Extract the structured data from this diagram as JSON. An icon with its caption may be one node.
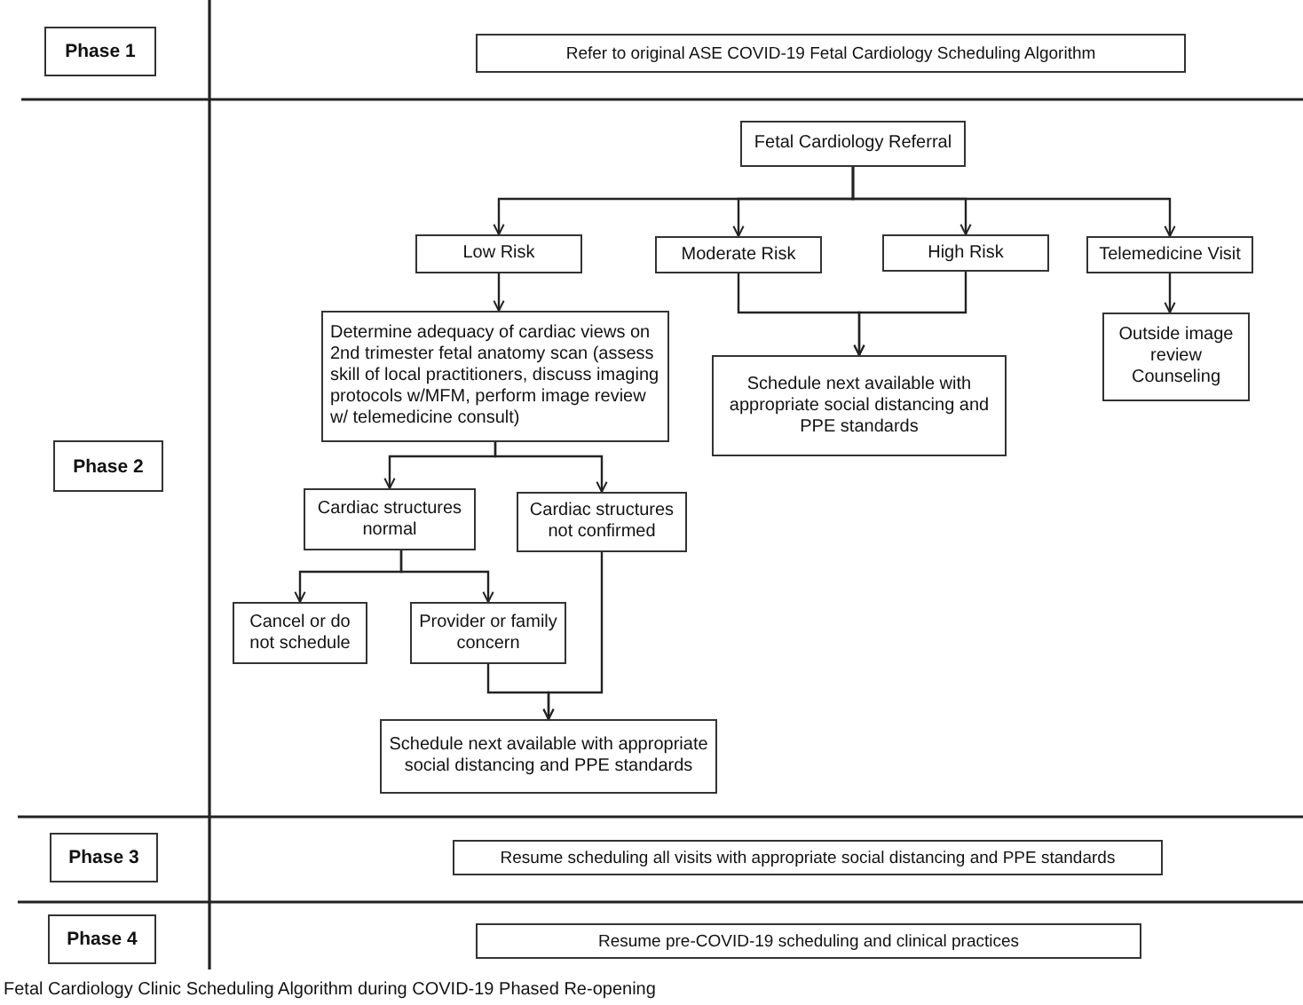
{
  "diagram": {
    "caption": "Fetal Cardiology Clinic Scheduling Algorithm during COVID-19 Phased Re-opening",
    "nodes": [
      {
        "text": [
          "Phase 1"
        ]
      },
      {
        "text": [
          "Refer to original ASE COVID-19 Fetal Cardiology Scheduling Algorithm"
        ]
      },
      {
        "text": [
          "Phase 2"
        ]
      },
      {
        "text": [
          "Fetal Cardiology Referral"
        ]
      },
      {
        "text": [
          "Low Risk"
        ]
      },
      {
        "text": [
          "Moderate Risk"
        ]
      },
      {
        "text": [
          "High Risk"
        ]
      },
      {
        "text": [
          "Telemedicine Visit"
        ]
      },
      {
        "text": [
          "Determine adequacy of cardiac views on 2nd trimester fetal anatomy scan (assess skill of local practitioners, discuss imaging protocols w/MFM, perform image review w/ telemedicine consult)"
        ]
      },
      {
        "text": [
          "Schedule next available with appropriate social distancing and PPE standards"
        ]
      },
      {
        "text": [
          "Outside image review",
          "Counseling"
        ]
      },
      {
        "text": [
          "Cardiac structures normal"
        ]
      },
      {
        "text": [
          "Cardiac structures not confirmed"
        ]
      },
      {
        "text": [
          "Cancel or do not schedule"
        ]
      },
      {
        "text": [
          "Provider or family concern"
        ]
      },
      {
        "text": [
          "Schedule next available with appropriate social distancing and PPE standards"
        ]
      },
      {
        "text": [
          "Phase 3"
        ]
      },
      {
        "text": [
          "Resume scheduling all visits with appropriate social distancing and PPE standards"
        ]
      },
      {
        "text": [
          "Phase 4"
        ]
      },
      {
        "text": [
          "Resume pre-COVID-19 scheduling and clinical practices"
        ]
      }
    ],
    "edges": [
      {
        "from": 3,
        "to": 4,
        "arrow": "to"
      },
      {
        "from": 3,
        "to": 5,
        "arrow": "to"
      },
      {
        "from": 3,
        "to": 6,
        "arrow": "to"
      },
      {
        "from": 3,
        "to": 7,
        "arrow": "to"
      },
      {
        "from": 4,
        "to": 8,
        "arrow": "to"
      },
      {
        "from": 5,
        "to": 9,
        "arrow": "to"
      },
      {
        "from": 6,
        "to": 9,
        "arrow": "to"
      },
      {
        "from": 7,
        "to": 10,
        "arrow": "to"
      },
      {
        "from": 8,
        "to": 11,
        "arrow": "to"
      },
      {
        "from": 8,
        "to": 12,
        "arrow": "to"
      },
      {
        "from": 11,
        "to": 13,
        "arrow": "to"
      },
      {
        "from": 11,
        "to": 14,
        "arrow": "to"
      },
      {
        "from": 14,
        "to": 15,
        "arrow": "to"
      },
      {
        "from": 12,
        "to": 15,
        "arrow": "to"
      }
    ]
  }
}
